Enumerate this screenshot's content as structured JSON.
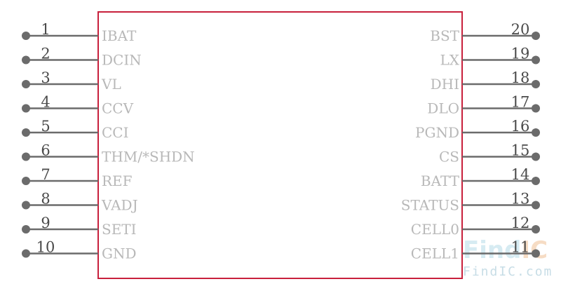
{
  "component": {
    "left_pins": [
      {
        "number": "1",
        "name": "IBAT"
      },
      {
        "number": "2",
        "name": "DCIN"
      },
      {
        "number": "3",
        "name": "VL"
      },
      {
        "number": "4",
        "name": "CCV"
      },
      {
        "number": "5",
        "name": "CCI"
      },
      {
        "number": "6",
        "name": "THM/*SHDN"
      },
      {
        "number": "7",
        "name": "REF"
      },
      {
        "number": "8",
        "name": "VADJ"
      },
      {
        "number": "9",
        "name": "SETI"
      },
      {
        "number": "10",
        "name": "GND"
      }
    ],
    "right_pins": [
      {
        "number": "20",
        "name": "BST"
      },
      {
        "number": "19",
        "name": "LX"
      },
      {
        "number": "18",
        "name": "DHI"
      },
      {
        "number": "17",
        "name": "DLO"
      },
      {
        "number": "16",
        "name": "PGND"
      },
      {
        "number": "15",
        "name": "CS"
      },
      {
        "number": "14",
        "name": "BATT"
      },
      {
        "number": "13",
        "name": "STATUS"
      },
      {
        "number": "12",
        "name": "CELL0"
      },
      {
        "number": "11",
        "name": "CELL1"
      }
    ]
  },
  "watermark": {
    "logo_part1": "Find",
    "logo_part2": "IC",
    "url": "FindIC.com"
  },
  "colors": {
    "body_outline": "#c8203c",
    "pin_line": "#6b6b6b",
    "pin_number": "#4a4a4a",
    "pin_name": "#b8b8b8",
    "watermark_light": "#cfe6ee",
    "watermark_accent": "#f6dcc4"
  }
}
